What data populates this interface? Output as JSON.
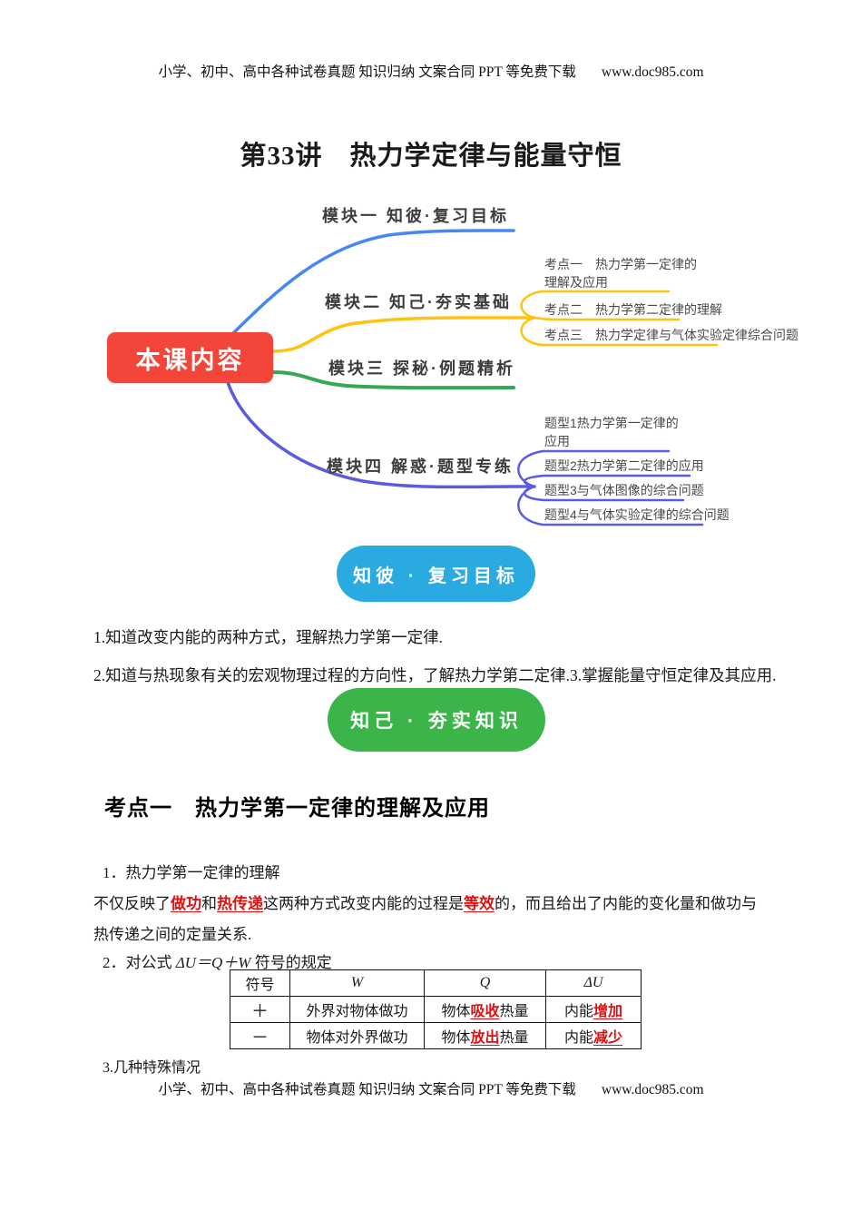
{
  "colors": {
    "root_red": "#F4453B",
    "branch1_blue": "#4688F1",
    "branch2_yellow": "#FFC20E",
    "branch3_green": "#35A855",
    "branch4_indigo": "#5B5BE0",
    "pill_blue": "#29ABE2",
    "pill_green": "#3BB54A",
    "highlight_red": "#DE1010"
  },
  "header": {
    "links_text": "小学、初中、高中各种试卷真题 知识归纳 文案合同 PPT 等免费下载",
    "url": "www.doc985.com"
  },
  "footer": {
    "links_text": "小学、初中、高中各种试卷真题 知识归纳 文案合同 PPT 等免费下载",
    "url": "www.doc985.com"
  },
  "title": "第33讲　热力学定律与能量守恒",
  "mindmap": {
    "root_label": "本课内容",
    "branch1": {
      "label": "模块一 知彼·复习目标"
    },
    "branch2": {
      "label": "模块二 知己·夯实基础",
      "child1_line1": "考点一　热力学第一定律的",
      "child1_line2": "理解及应用",
      "child2": "考点二　热力学第二定律的理解",
      "child3": "考点三　热力学定律与气体实验定律综合问题"
    },
    "branch3": {
      "label": "模块三 探秘·例题精析"
    },
    "branch4": {
      "label": "模块四 解惑·题型专练",
      "child1_line1": "题型1热力学第一定律的",
      "child1_line2": "应用",
      "child2": "题型2热力学第二定律的应用",
      "child3": "题型3与气体图像的综合问题",
      "child4": "题型4与气体实验定律的综合问题"
    }
  },
  "review": {
    "pill_label": "知彼 · 复习目标",
    "item1": "1.知道改变内能的两种方式，理解热力学第一定律.",
    "item2": "2.知道与热现象有关的宏观物理过程的方向性，了解热力学第二定律.3.掌握能量守恒定律及其应用."
  },
  "basics": {
    "pill_label": "知己 · 夯实知识"
  },
  "kaodian1": {
    "heading": "考点一　热力学第一定律的理解及应用",
    "sub1_title": "1．热力学第一定律的理解",
    "para": {
      "seg1": "不仅反映了",
      "red1": "做功",
      "seg2": "和",
      "red2": "热传递",
      "seg3": "这两种方式改变内能的过程是",
      "red3": "等效",
      "seg4": "的，而且给出了内能的变化量和做功与",
      "line2": "热传递之间的定量关系."
    },
    "sub2": {
      "prefix": "2．对公式 ",
      "formula": "ΔU＝Q＋W",
      "suffix": " 符号的规定"
    },
    "table": {
      "headers": [
        "符号",
        "W",
        "Q",
        "ΔU"
      ],
      "rows": [
        {
          "sign": "＋",
          "w": "外界对物体做功",
          "q_pre": "物体",
          "q_red": "吸收",
          "q_post": "热量",
          "du_pre": "内能",
          "du_red": "增加"
        },
        {
          "sign": "－",
          "w": "物体对外界做功",
          "q_pre": "物体",
          "q_red": "放出",
          "q_post": "热量",
          "du_pre": "内能",
          "du_red": "减少"
        }
      ]
    },
    "sub3_title": "3.几种特殊情况"
  }
}
